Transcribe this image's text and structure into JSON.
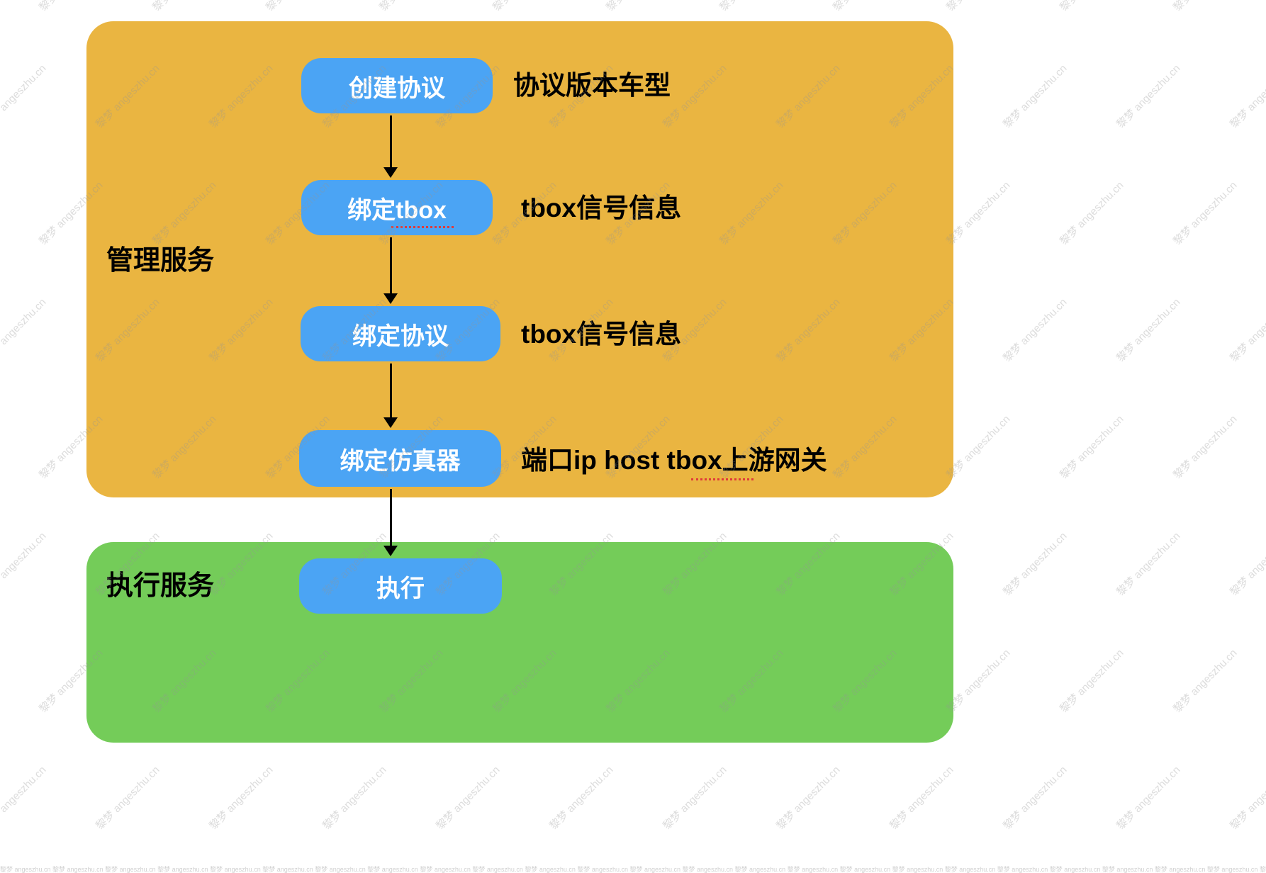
{
  "watermark": {
    "text": "黎梦 angeszhu.cn"
  },
  "colors": {
    "management_bg": "#EAB541",
    "execution_bg": "#74CC59",
    "node_bg": "#4BA4F4",
    "node_text": "#FFFFFF",
    "label_text": "#000000",
    "arrow": "#000000",
    "spellcheck": "#E03A3A"
  },
  "management": {
    "label": "管理服务",
    "nodes": [
      {
        "label": "创建协议",
        "annotation": "协议版本车型"
      },
      {
        "label": "绑定tbox",
        "annotation": "tbox信号信息"
      },
      {
        "label": "绑定协议",
        "annotation": "tbox信号信息"
      },
      {
        "label": "绑定仿真器",
        "annotation": "端口ip host tbox上游网关"
      }
    ]
  },
  "execution": {
    "label": "执行服务",
    "node": {
      "label": "执行"
    }
  }
}
